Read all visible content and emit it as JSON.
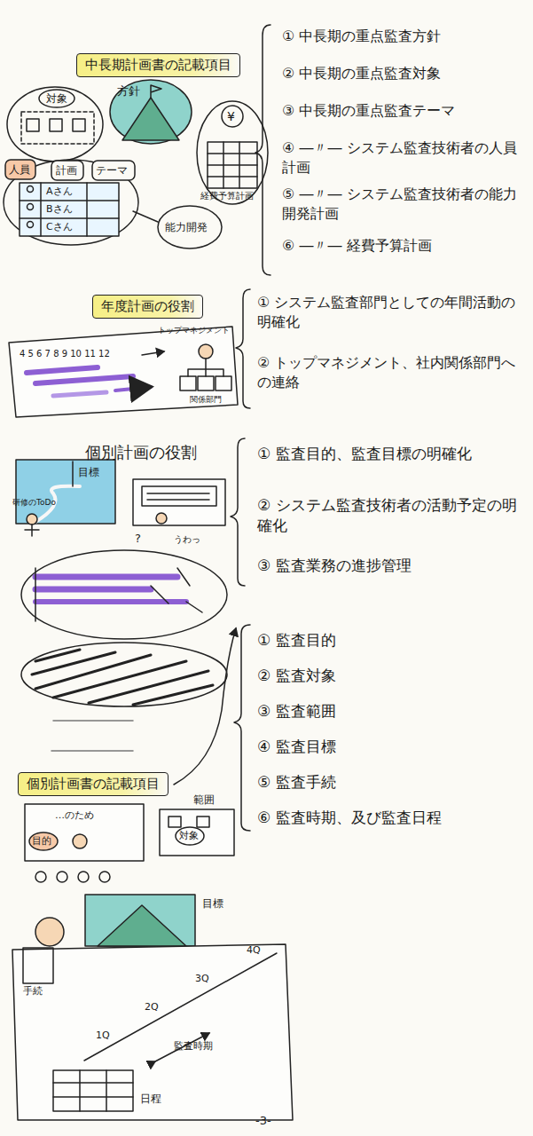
{
  "diagram": {
    "nodes": [
      {
        "text": [
          "中長期計画書の記載項目"
        ]
      },
      {
        "text": [
          "年度計画の役割"
        ]
      },
      {
        "text": [
          "個別計画書の記載項目"
        ]
      }
    ],
    "labels": [
      "① 中長期の重点監査方針",
      "② 中長期の重点監査対象",
      "③ 中長期の重点監査テーマ",
      "④ ―〃― システム監査技術者の人員計画",
      "⑤ ―〃― システム監査技術者の能力開発計画",
      "⑥ ―〃― 経費予算計画",
      "① システム監査部門としての年間活動の明確化",
      "② トップマネジメント、社内関係部門への連絡",
      "① 監査目的、監査目標の明確化",
      "② システム監査技術者の活動予定の明確化",
      "③ 監査業務の進捗管理",
      "① 監査目的",
      "② 監査対象",
      "③ 監査範囲",
      "④ 監査目標",
      "⑤ 監査手続",
      "⑥ 監査時期、及び監査日程",
      "対象",
      "方針",
      "¥",
      "経費予算計画",
      "人員",
      "計画",
      "テーマ",
      "Aさん",
      "Bさん",
      "Cさん",
      "能力開発",
      "4 5 6 7 8 9 10 11 12",
      "トップマネジメント",
      "関係部門",
      "個別計画の役割",
      "目標",
      "研修のToDo",
      "?",
      "うわっ",
      "…のため",
      "目的",
      "範囲",
      "対象",
      "目標",
      "手続",
      "1Q",
      "2Q",
      "3Q",
      "4Q",
      "監査時期",
      "日程",
      "-3-"
    ]
  }
}
